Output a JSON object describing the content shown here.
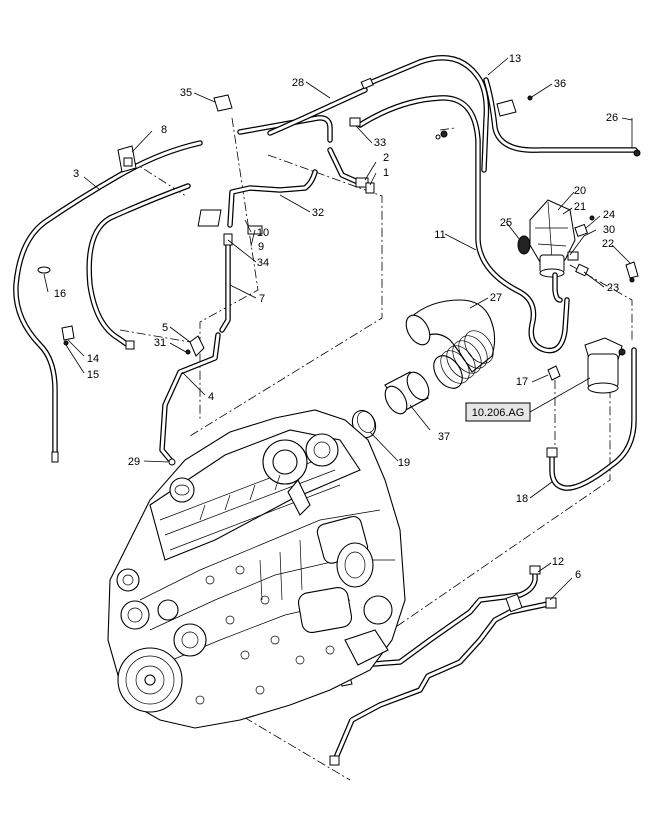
{
  "reference_box": {
    "text": "10.206.AG"
  },
  "callouts": [
    {
      "id": "c1",
      "text": "1"
    },
    {
      "id": "c2",
      "text": "2"
    },
    {
      "id": "c3",
      "text": "3"
    },
    {
      "id": "c4",
      "text": "4"
    },
    {
      "id": "c5",
      "text": "5"
    },
    {
      "id": "c6",
      "text": "6"
    },
    {
      "id": "c7",
      "text": "7"
    },
    {
      "id": "c8",
      "text": "8"
    },
    {
      "id": "c9",
      "text": "9"
    },
    {
      "id": "c10",
      "text": "10"
    },
    {
      "id": "c11",
      "text": "11"
    },
    {
      "id": "c12",
      "text": "12"
    },
    {
      "id": "c13",
      "text": "13"
    },
    {
      "id": "c14",
      "text": "14"
    },
    {
      "id": "c15",
      "text": "15"
    },
    {
      "id": "c16",
      "text": "16"
    },
    {
      "id": "c17",
      "text": "17"
    },
    {
      "id": "c18",
      "text": "18"
    },
    {
      "id": "c19",
      "text": "19"
    },
    {
      "id": "c20",
      "text": "20"
    },
    {
      "id": "c21",
      "text": "21"
    },
    {
      "id": "c22",
      "text": "22"
    },
    {
      "id": "c23",
      "text": "23"
    },
    {
      "id": "c24",
      "text": "24"
    },
    {
      "id": "c25",
      "text": "25"
    },
    {
      "id": "c26",
      "text": "26"
    },
    {
      "id": "c27",
      "text": "27"
    },
    {
      "id": "c28",
      "text": "28"
    },
    {
      "id": "c29",
      "text": "29"
    },
    {
      "id": "c30",
      "text": "30"
    },
    {
      "id": "c31",
      "text": "31"
    },
    {
      "id": "c32",
      "text": "32"
    },
    {
      "id": "c33",
      "text": "33"
    },
    {
      "id": "c34",
      "text": "34"
    },
    {
      "id": "c35",
      "text": "35"
    },
    {
      "id": "c36",
      "text": "36"
    },
    {
      "id": "c37",
      "text": "37"
    }
  ]
}
